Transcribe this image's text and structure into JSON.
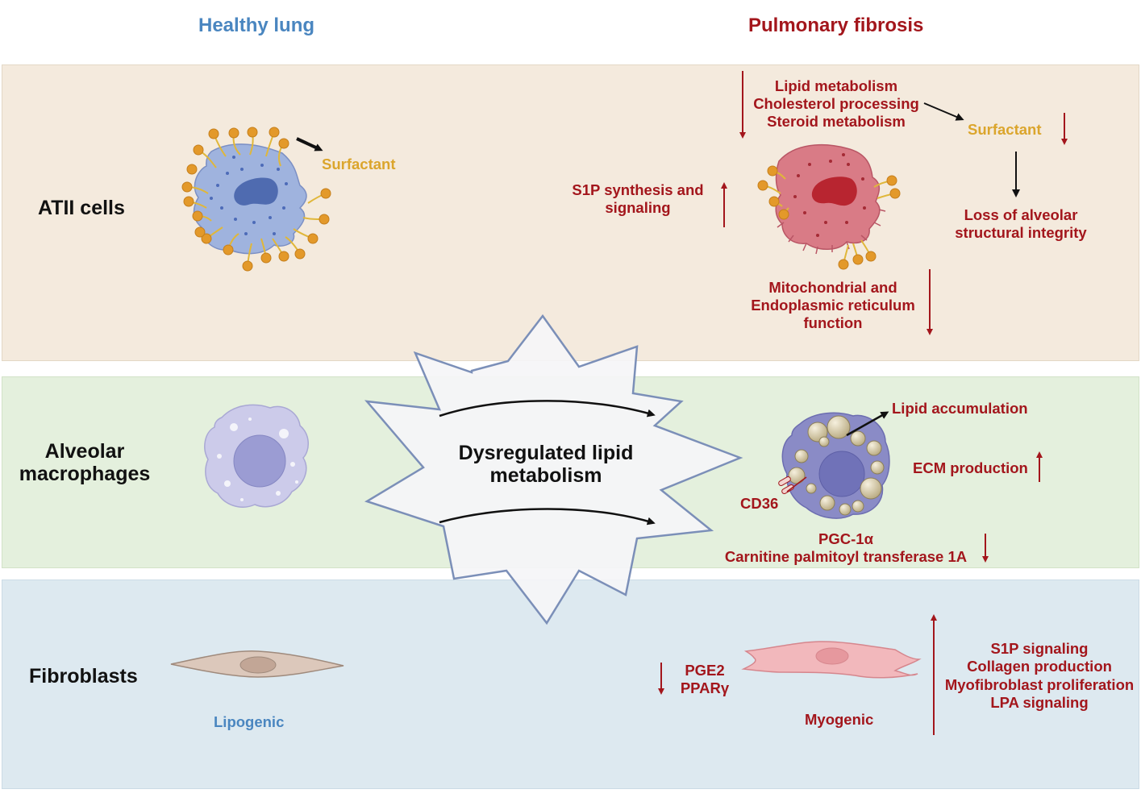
{
  "headers": {
    "healthy": "Healthy lung",
    "fibrosis": "Pulmonary fibrosis"
  },
  "rows": {
    "atii": "ATII cells",
    "macrophages": [
      "Alveolar",
      "macrophages"
    ],
    "fibroblasts": "Fibroblasts"
  },
  "center": {
    "label": [
      "Dysregulated lipid",
      "metabolism"
    ]
  },
  "atii": {
    "healthy_surfactant": "Surfactant",
    "lipid_processes": [
      "Lipid metabolism",
      "Cholesterol processing",
      "Steroid metabolism"
    ],
    "fibrosis_surfactant": "Surfactant",
    "s1p": [
      "S1P synthesis and",
      "signaling"
    ],
    "loss": [
      "Loss of alveolar",
      "structural integrity"
    ],
    "mito": [
      "Mitochondrial and",
      "Endoplasmic reticulum",
      "function"
    ]
  },
  "macrophages": {
    "lipid_accumulation": "Lipid accumulation",
    "ecm": "ECM production",
    "cd36": "CD36",
    "pgc": [
      "PGC-1α",
      "Carnitine palmitoyl transferase 1A"
    ]
  },
  "fibroblasts": {
    "lipogenic": "Lipogenic",
    "myogenic": "Myogenic",
    "pge2": [
      "PGE2",
      "PPARγ"
    ],
    "signals": [
      "S1P signaling",
      "Collagen production",
      "Myofibroblast proliferation",
      "LPA signaling"
    ]
  },
  "colors": {
    "healthy_header": "#4a86c0",
    "fibrosis_red": "#a3161c",
    "surfactant_gold": "#dba52c",
    "atii_band": "#f4eadd",
    "macrophage_band": "#e4f0dd",
    "fibroblast_band": "#dde9f0"
  }
}
